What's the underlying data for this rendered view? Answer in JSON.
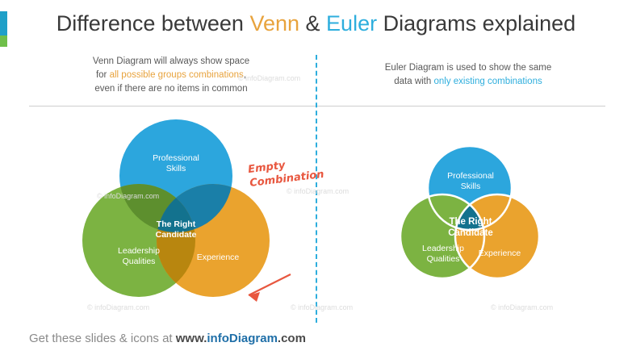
{
  "title": {
    "part1": "Difference between ",
    "venn": "Venn",
    "amp": " & ",
    "euler": "Euler",
    "part2": " Diagrams explained"
  },
  "captions": {
    "left": {
      "line1": "Venn Diagram will always show space",
      "line2_pre": "for ",
      "line2_hl": "all possible groups combinations",
      "line2_post": ",",
      "line3": "even if there  are no items in common"
    },
    "right": {
      "line1": "Euler Diagram is used to show the same",
      "line2_pre": "data with ",
      "line2_hl": "only existing combinations"
    }
  },
  "venn": {
    "professional_skills": "Professional\nSkills",
    "leadership_qualities": "Leadership\nQualities",
    "experience": "Experience",
    "center": "The Right\nCandidate",
    "annotation": "Empty\nCombination"
  },
  "euler": {
    "professional_skills": "Professional\nSkills",
    "leadership_qualities": "Leadership\nQualities",
    "experience": "Experience",
    "center": "The Right\nCandidate"
  },
  "watermarks": [
    "© infoDiagram.com",
    "© infoDiagram.com",
    "© infoDiagram.com",
    "© infoDiagram.com",
    "© infoDiagram.com",
    "© infoDiagram.com"
  ],
  "footer": {
    "prefix": "Get these slides & icons at ",
    "www": "www.",
    "brand": "infoDiagram",
    "tld": ".com"
  },
  "colors": {
    "blue": "#2ca6dd",
    "green": "#7cb342",
    "orange": "#eaa32e",
    "teal_center": "#13728e",
    "accent_blue": "#1fa0c8",
    "accent_green": "#6fbf4a",
    "annotation_red": "#e8573f",
    "title_text": "#3a3a3a",
    "caption_text": "#595959"
  }
}
